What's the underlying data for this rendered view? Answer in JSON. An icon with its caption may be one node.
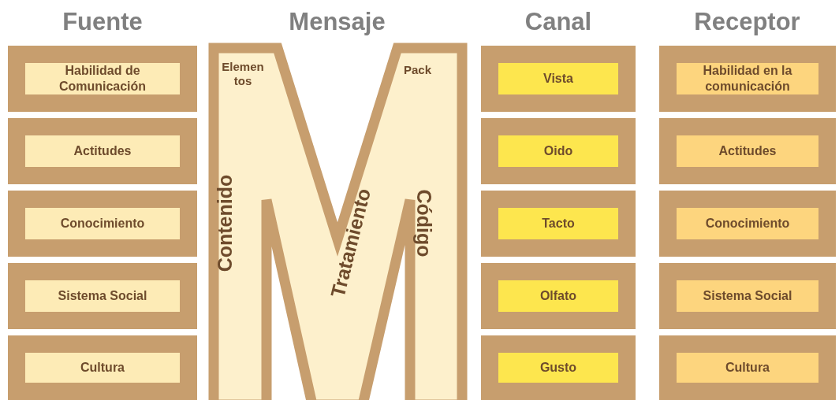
{
  "diagram": {
    "nodes": [
      {
        "text": [
          "Habilidad de Comunicación"
        ]
      },
      {
        "text": [
          "Actitudes"
        ]
      },
      {
        "text": [
          "Conocimiento"
        ]
      },
      {
        "text": [
          "Sistema Social"
        ]
      },
      {
        "text": [
          "Cultura"
        ]
      },
      {
        "text": [
          "Elemen tos",
          "Pack",
          "Contenido",
          "Tratamiento",
          "Código"
        ]
      },
      {
        "text": [
          "Vista"
        ]
      },
      {
        "text": [
          "Oido"
        ]
      },
      {
        "text": [
          "Tacto"
        ]
      },
      {
        "text": [
          "Olfato"
        ]
      },
      {
        "text": [
          "Gusto"
        ]
      },
      {
        "text": [
          "Habilidad en la comunicación"
        ]
      },
      {
        "text": [
          "Actitudes"
        ]
      },
      {
        "text": [
          "Conocimiento"
        ]
      },
      {
        "text": [
          "Sistema Social"
        ]
      },
      {
        "text": [
          "Cultura"
        ]
      }
    ],
    "labels": [
      "Fuente",
      "Mensaje",
      "Canal",
      "Receptor"
    ]
  }
}
